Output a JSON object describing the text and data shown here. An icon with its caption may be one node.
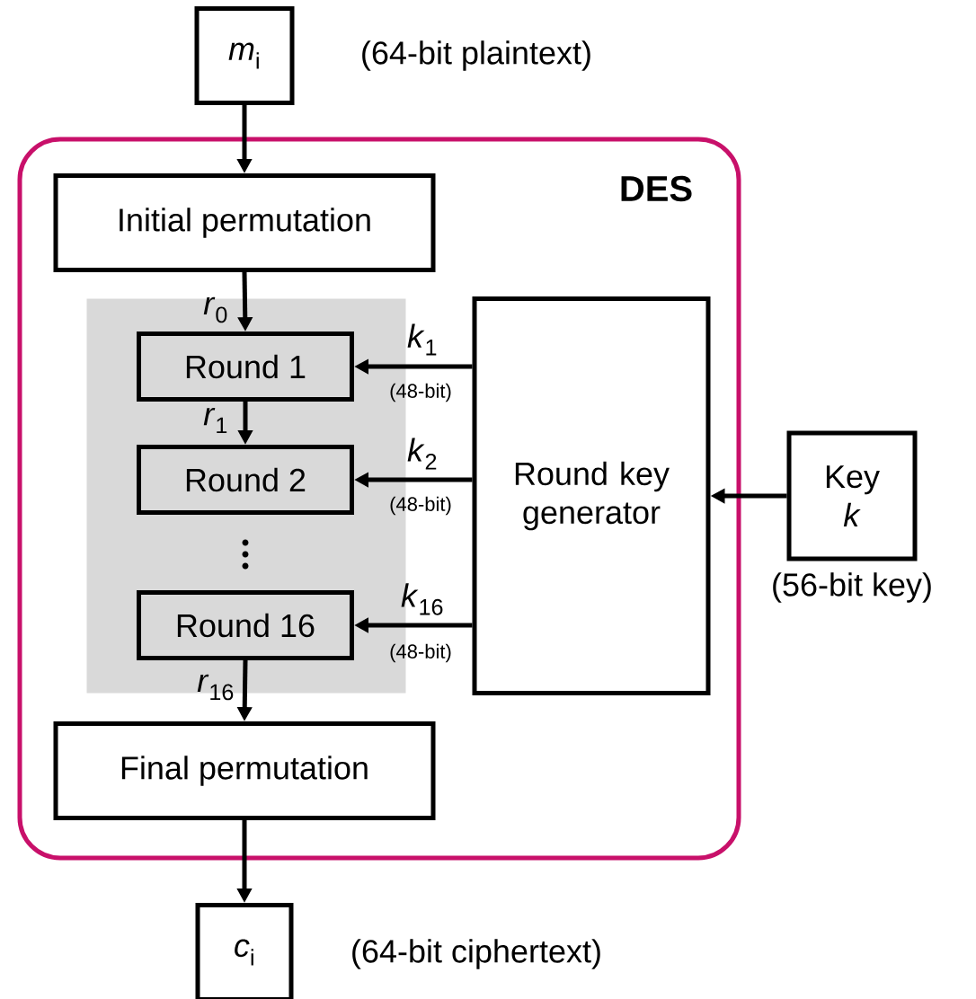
{
  "diagram": {
    "nodes": [
      {
        "text": [
          "*m*$_{i}$"
        ],
        "beside": [
          "(64-bit plaintext)"
        ]
      },
      {
        "text": [
          "DES"
        ]
      },
      {
        "text": [
          "Initial permutation"
        ],
        "in": 1
      },
      {
        "text": [],
        "shape": "box",
        "in": 1
      },
      {
        "text": [
          "Round 1"
        ],
        "in": 3
      },
      {
        "text": [
          "Round 2"
        ],
        "in": 3
      },
      {
        "text": [
          "Round 16"
        ],
        "in": 3
      },
      {
        "text": [
          "Final permutation"
        ],
        "in": 1
      },
      {
        "text": [
          "Round key generator"
        ],
        "in": 1
      },
      {
        "text": [
          "Key *k*"
        ],
        "beside": [
          "(56-bit key)"
        ]
      },
      {
        "text": [
          "*c*$_{i}$"
        ],
        "beside": [
          "(64-bit ciphertext)"
        ]
      }
    ],
    "edges": [
      {
        "from": 0,
        "to": 2,
        "arrow": "to"
      },
      {
        "from": 2,
        "to": 4,
        "arrow": "to",
        "label": "*r*$_{0}$"
      },
      {
        "from": 4,
        "to": 5,
        "arrow": "to",
        "label": "*r*$_{1}$"
      },
      {
        "from": 6,
        "to": 7,
        "arrow": "to",
        "label": "*r*$_{16}$"
      },
      {
        "from": 7,
        "to": 10,
        "arrow": "to"
      },
      {
        "from": 8,
        "to": 4,
        "arrow": "to",
        "label": "*k*$_{1}$"
      },
      {
        "from": 8,
        "to": 5,
        "arrow": "to",
        "label": "*k*$_{2}$"
      },
      {
        "from": 8,
        "to": 6,
        "arrow": "to",
        "label": "*k*$_{16}$"
      },
      {
        "from": 9,
        "to": 8,
        "arrow": "to"
      }
    ],
    "labels": [
      "(48-bit)",
      "(48-bit)",
      "(48-bit)"
    ]
  }
}
